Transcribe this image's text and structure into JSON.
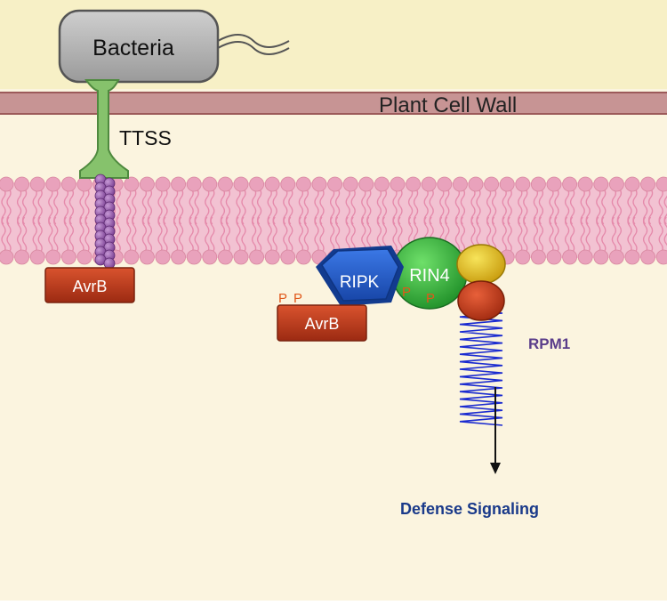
{
  "labels": {
    "bacteria": "Bacteria",
    "plant_cell_wall": "Plant Cell Wall",
    "ttss": "TTSS",
    "avrb_left": "AvrB",
    "avrb_right": "AvrB",
    "ripk": "RIPK",
    "rin4": "RIN4",
    "rpm1": "RPM1",
    "defense_signaling": "Defense Signaling",
    "phospho_1": "P",
    "phospho_2": "P",
    "phospho_3": "P",
    "phospho_4": "P"
  },
  "colors": {
    "extracellular": "#f7f0c6",
    "cytoplasm": "#fbf4df",
    "cell_wall": "#c79494",
    "membrane": "#f2c2d2",
    "lipid_head": "#e9a2bc",
    "bacteria_fill": "#a9a9a9",
    "ttss_green": "#86c26c",
    "beads_purple": "#9a5db0",
    "avrb_red": "#c0381c",
    "ripk_blue": "#1d55c9",
    "rin4_green": "#35b43a",
    "yellow": "#e7c21a",
    "red_domain": "#c8361b",
    "coil_blue": "#1b2bd0",
    "rpm1_text": "#5a3d8a",
    "phospho_orange": "#e0581a",
    "defense_text": "#1a3a8a"
  }
}
